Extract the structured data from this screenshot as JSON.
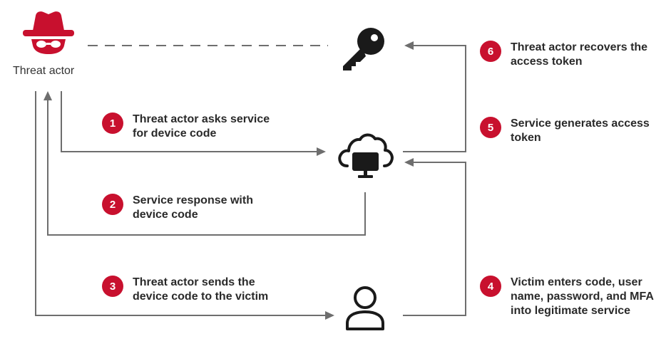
{
  "actor": {
    "label": "Threat actor"
  },
  "colors": {
    "accent": "#c8102e",
    "line": "#6e6e6e",
    "icon": "#1a1a1a"
  },
  "icons": {
    "actor": "hacker-icon",
    "key": "key-icon",
    "service": "cloud-computer-icon",
    "victim": "user-icon"
  },
  "steps": [
    {
      "num": "1",
      "text": "Threat actor asks service for device code"
    },
    {
      "num": "2",
      "text": "Service response with device code"
    },
    {
      "num": "3",
      "text": "Threat actor sends the device code to the victim"
    },
    {
      "num": "4",
      "text": "Victim enters code, user name, password, and MFA into legitimate service"
    },
    {
      "num": "5",
      "text": "Service generates access token"
    },
    {
      "num": "6",
      "text": "Threat actor recovers the access token"
    }
  ]
}
